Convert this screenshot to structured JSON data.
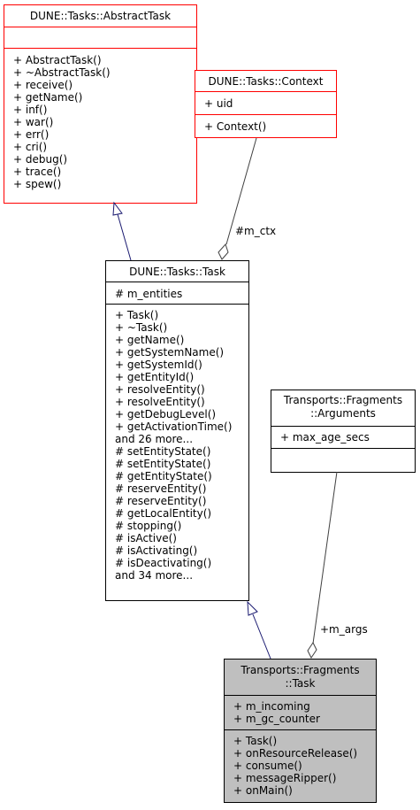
{
  "classes": {
    "abstract_task": {
      "title": "DUNE::Tasks::AbstractTask",
      "attributes": [],
      "methods": [
        "+ AbstractTask()",
        "+ ~AbstractTask()",
        "+ receive()",
        "+ getName()",
        "+ inf()",
        "+ war()",
        "+ err()",
        "+ cri()",
        "+ debug()",
        "+ trace()",
        "+ spew()"
      ]
    },
    "context": {
      "title": "DUNE::Tasks::Context",
      "attributes": [
        "+ uid"
      ],
      "methods": [
        "+ Context()"
      ]
    },
    "task": {
      "title": "DUNE::Tasks::Task",
      "attributes": [
        "# m_entities"
      ],
      "methods": [
        "+ Task()",
        "+ ~Task()",
        "+ getName()",
        "+ getSystemName()",
        "+ getSystemId()",
        "+ getEntityId()",
        "+ resolveEntity()",
        "+ resolveEntity()",
        "+ getDebugLevel()",
        "+ getActivationTime()",
        "and 26 more...",
        "# setEntityState()",
        "# setEntityState()",
        "# getEntityState()",
        "# reserveEntity()",
        "# reserveEntity()",
        "# getLocalEntity()",
        "# stopping()",
        "# isActive()",
        "# isActivating()",
        "# isDeactivating()",
        "and 34 more..."
      ]
    },
    "arguments": {
      "title_lines": [
        "Transports::Fragments",
        "::Arguments"
      ],
      "attributes": [
        "+ max_age_secs"
      ],
      "methods": []
    },
    "fragments_task": {
      "title_lines": [
        "Transports::Fragments",
        "::Task"
      ],
      "attributes": [
        "+ m_incoming",
        "+ m_gc_counter"
      ],
      "methods": [
        "+ Task()",
        "+ onResourceRelease()",
        "+ consume()",
        "+ messageRipper()",
        "+ onMain()"
      ]
    }
  },
  "edges": {
    "m_ctx": "#m_ctx",
    "m_args": "+m_args"
  },
  "colors": {
    "abstract_border": "#ff0000",
    "normal_border": "#000000",
    "selected_fill": "#bfbfbf",
    "inheritance_edge": "#191970",
    "aggregation_edge": "#404040"
  }
}
